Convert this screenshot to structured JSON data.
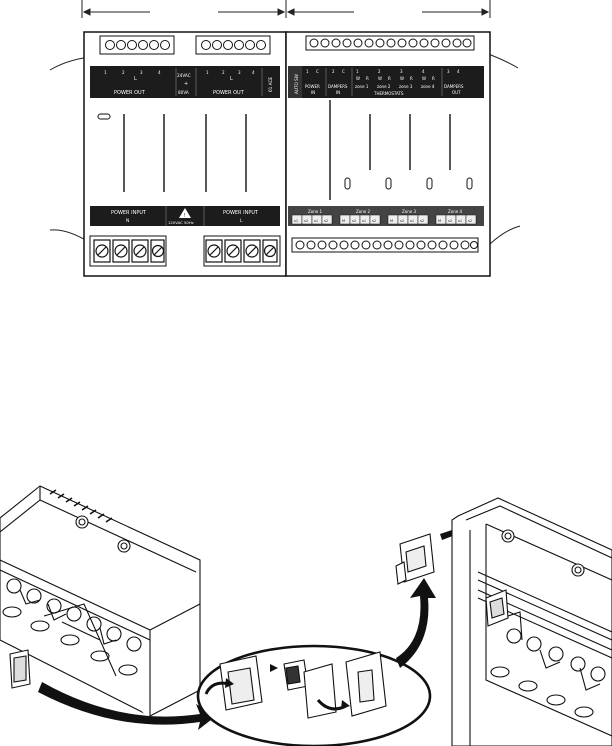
{
  "left_module": {
    "top_header": {
      "terminal_nums_left": [
        "1",
        "2",
        "3",
        "4"
      ],
      "terminal_nums_right": [
        "1",
        "2",
        "3",
        "4"
      ],
      "phase_left": "L",
      "power_out_left": "POWER OUT",
      "voltage_top": "24VAC",
      "plus": "+",
      "amps": "80VA",
      "phase_right": "L",
      "power_out_right": "POWER OUT",
      "side_code": "01 ACE"
    },
    "bottom_header": {
      "power_input_left": "POWER INPUT",
      "power_input_left_sub": "N",
      "warning_text": "120VAC 50Hz",
      "power_input_right": "POWER INPUT",
      "power_input_right_sub": "L"
    }
  },
  "right_module": {
    "top_header": {
      "side_label": "AUTO SW",
      "col_power": [
        "1",
        "C",
        "POWER",
        "IN"
      ],
      "col_dampers_in": [
        "2",
        "C",
        "DAMPERS",
        "IN"
      ],
      "zones": [
        {
          "nums": [
            "1",
            "R"
          ],
          "sub": [
            "W",
            "R"
          ],
          "name": "zone 1"
        },
        {
          "nums": [
            "2",
            "R"
          ],
          "sub": [
            "W",
            "R"
          ],
          "name": "zone 2"
        },
        {
          "nums": [
            "3",
            "R"
          ],
          "sub": [
            "W",
            "R"
          ],
          "name": "zone 3"
        },
        {
          "nums": [
            "4",
            "R"
          ],
          "sub": [
            "W",
            "R"
          ],
          "name": "zone 4"
        }
      ],
      "thermostats_label": "THERMOSTATS",
      "col_dampers_out": [
        "3",
        "4",
        "DAMPERS",
        "OUT"
      ]
    },
    "bottom_header": {
      "groups": [
        {
          "title": "Zone 1",
          "terms": [
            "s1",
            "s2",
            "s1",
            "s2"
          ]
        },
        {
          "title": "Zone 2",
          "terms": [
            "M",
            "s2",
            "s1",
            "s2"
          ]
        },
        {
          "title": "Zone 3",
          "terms": [
            "M",
            "s2",
            "s1",
            "s2"
          ]
        },
        {
          "title": "Zone 4",
          "terms": [
            "M",
            "s2",
            "s1",
            "s2"
          ]
        }
      ]
    }
  },
  "colors": {
    "label_bg": "#1c1c1c",
    "label_bg_right": "#444444",
    "outline": "#111111",
    "light_fill": "#f4f4f4"
  }
}
